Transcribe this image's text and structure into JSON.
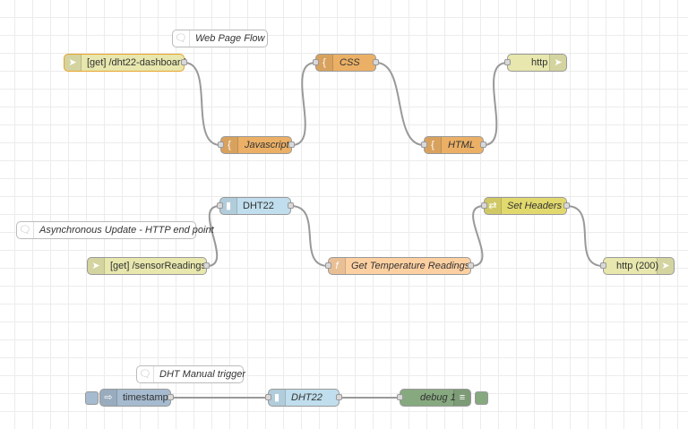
{
  "colors": {
    "http_in": "#e7e7ae",
    "template": "#ebb066",
    "function": "#fdd0a2",
    "sensor": "#c0deed",
    "change": "#e2d96e",
    "inject": "#a6bbcf",
    "debug": "#87a980",
    "wire": "#999999"
  },
  "comments": {
    "web_page_flow": "Web Page Flow",
    "async_update": "Asynchronous Update - HTTP end point",
    "dht_manual": "DHT Manual trigger"
  },
  "flow1": {
    "get_dashboard": "[get] /dht22-dashboard",
    "javascript": "Javascript",
    "css": "CSS",
    "html": "HTML",
    "http": "http"
  },
  "flow2": {
    "dht22": "DHT22",
    "get_sensor": "[get] /sensorReadings",
    "get_temp": "Get Temperature Readings",
    "set_headers": "Set Headers",
    "http200": "http (200)"
  },
  "flow3": {
    "timestamp": "timestamp",
    "dht22": "DHT22",
    "debug": "debug 1"
  },
  "icons": {
    "http_in": "globe-icon",
    "template": "brace-icon",
    "function": "function-icon",
    "sensor": "sensor-icon",
    "change": "shuffle-icon",
    "inject": "arrow-in-icon",
    "debug": "list-icon",
    "comment": "comment-icon"
  }
}
